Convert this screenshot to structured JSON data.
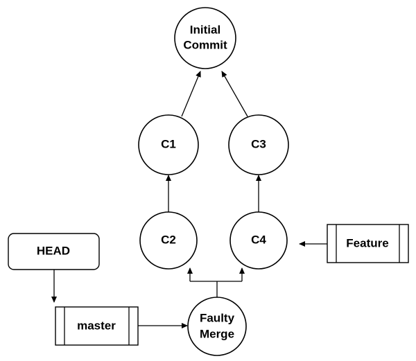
{
  "diagram": {
    "nodes": {
      "initial_commit": {
        "line1": "Initial",
        "line2": "Commit"
      },
      "c1": {
        "label": "C1"
      },
      "c2": {
        "label": "C2"
      },
      "c3": {
        "label": "C3"
      },
      "c4": {
        "label": "C4"
      },
      "faulty_merge": {
        "line1": "Faulty",
        "line2": "Merge"
      }
    },
    "refs": {
      "head": {
        "label": "HEAD"
      },
      "master": {
        "label": "master"
      },
      "feature": {
        "label": "Feature"
      }
    }
  }
}
